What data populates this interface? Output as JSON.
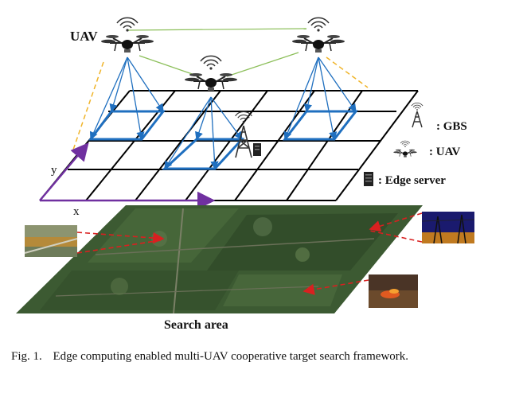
{
  "labels": {
    "uav": "UAV",
    "axis_y": "y",
    "axis_x": "x",
    "search_area": "Search area"
  },
  "legend": {
    "gbs": ": GBS",
    "uav": ": UAV",
    "edge_server": ": Edge server"
  },
  "caption": {
    "fig_num": "Fig. 1.",
    "text": "Edge computing enabled multi-UAV cooperative target search framework."
  },
  "icons": [
    "uav-icon",
    "gbs-tower-icon",
    "edge-server-icon",
    "signal-waves-icon"
  ],
  "colors": {
    "grid": "#000000",
    "coverage": "#1f6fbf",
    "uav_link": "#8cbf5a",
    "gbs_link": "#f0b429",
    "axis": "#7030a0",
    "target_arrow": "#d92020",
    "terrain": "#3c5a32"
  }
}
